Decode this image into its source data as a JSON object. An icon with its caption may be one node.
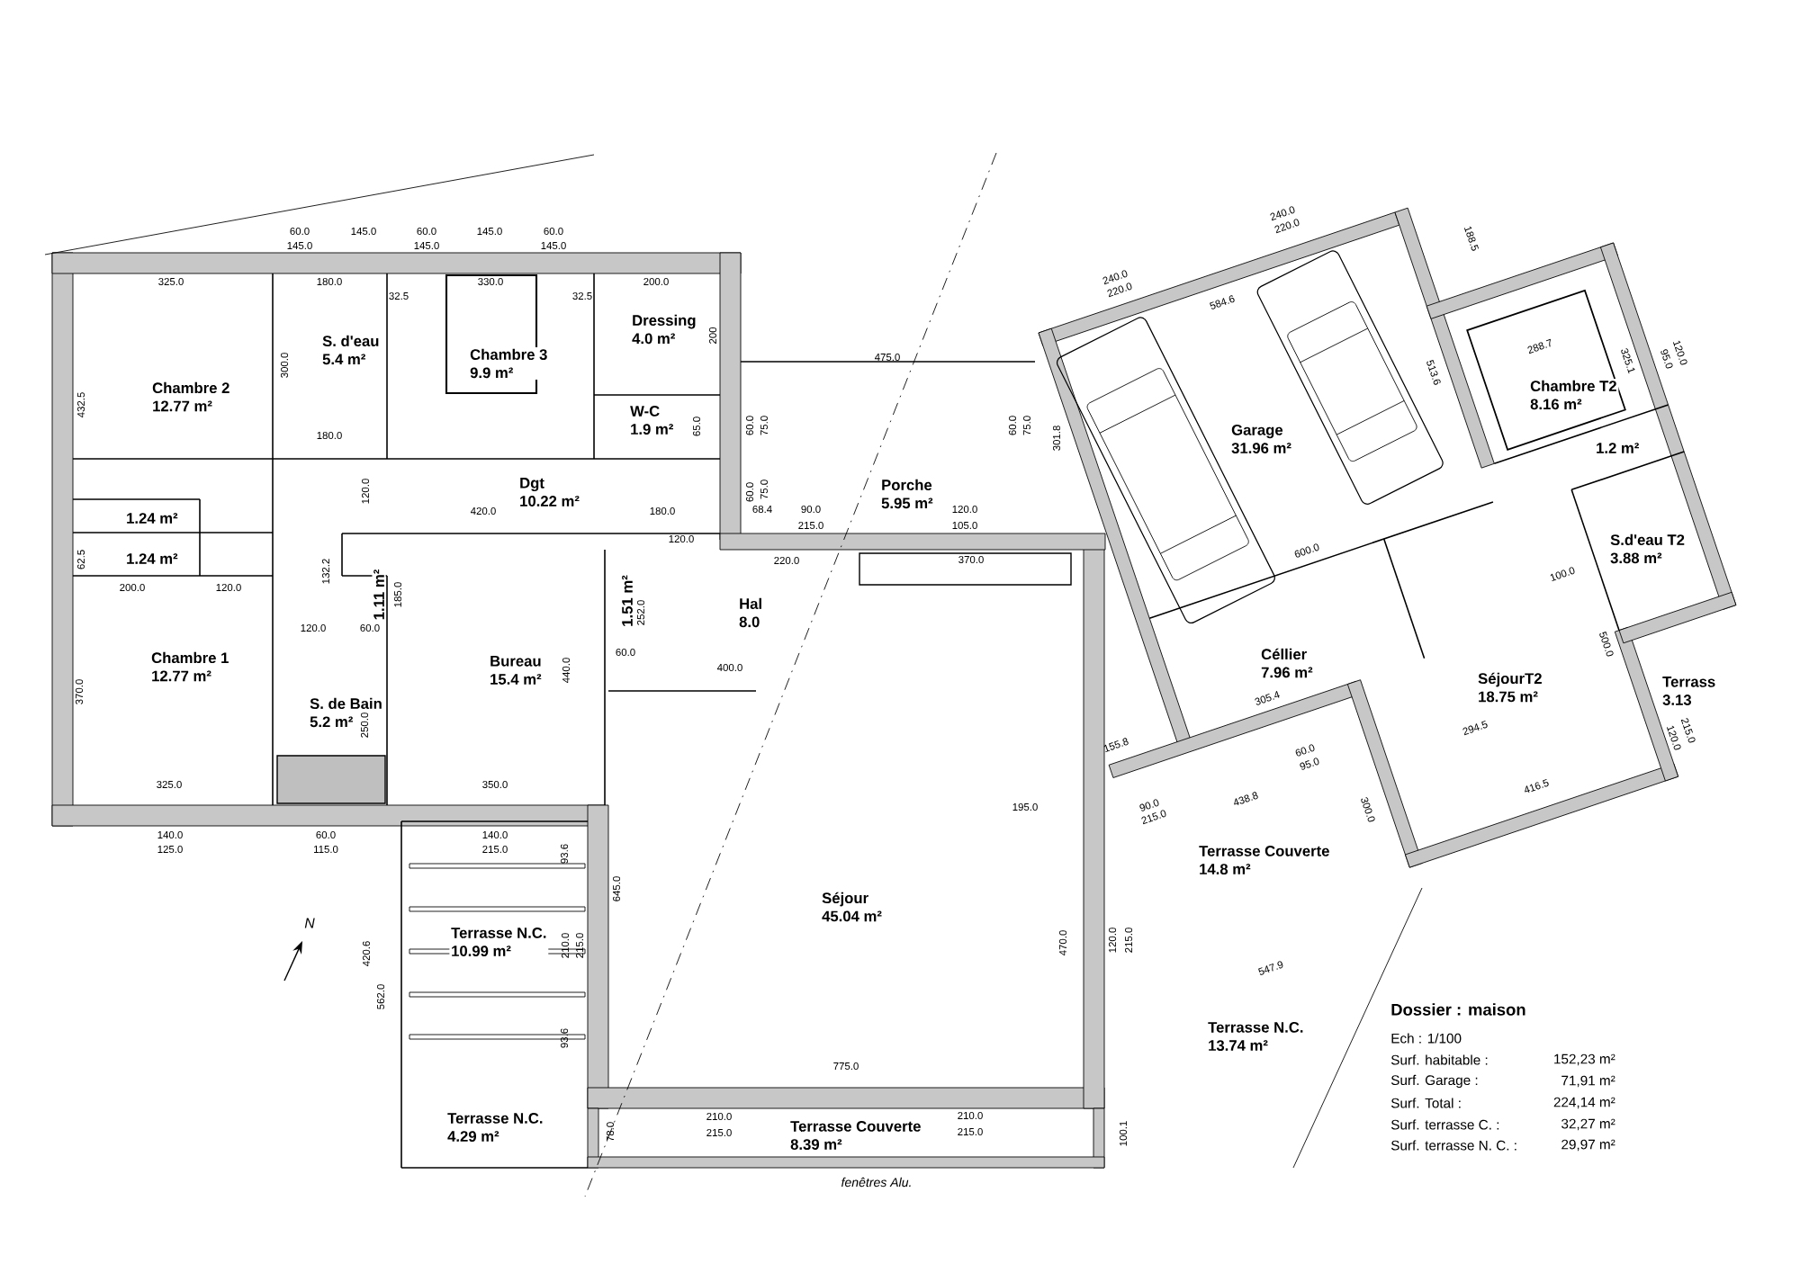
{
  "diagram": {
    "nodes": [
      {
        "text": [
          "Chambre 2",
          "12.77 m²"
        ]
      },
      {
        "text": [
          "S. d'eau",
          "5.4 m²"
        ]
      },
      {
        "text": [
          "Chambre 3",
          "9.9 m²"
        ]
      },
      {
        "text": [
          "Dressing",
          "4.0 m²"
        ]
      },
      {
        "text": [
          "W-C",
          "1.9 m²"
        ]
      },
      {
        "text": [
          "Dgt",
          "10.22 m²"
        ]
      },
      {
        "text": [
          "1.24 m²"
        ]
      },
      {
        "text": [
          "1.24 m²"
        ]
      },
      {
        "text": [
          "Porche",
          "5.95 m²"
        ]
      },
      {
        "text": [
          "Garage",
          "31.96 m²"
        ]
      },
      {
        "text": [
          "Chambre T2",
          "8.16 m²"
        ]
      },
      {
        "text": [
          "1.2 m²"
        ]
      },
      {
        "text": [
          "S.d'eau T2",
          "3.88 m²"
        ]
      },
      {
        "text": [
          "Chambre 1",
          "12.77 m²"
        ]
      },
      {
        "text": [
          "1.11 m²"
        ]
      },
      {
        "text": [
          "1.51 m²"
        ]
      },
      {
        "text": [
          "Hal",
          "8.0"
        ]
      },
      {
        "text": [
          "Bureau",
          "15.4 m²"
        ]
      },
      {
        "text": [
          "Céllier",
          "7.96 m²"
        ]
      },
      {
        "text": [
          "SéjourT2",
          "18.75 m²"
        ]
      },
      {
        "text": [
          "Terrass",
          "3.13"
        ]
      },
      {
        "text": [
          "S. de Bain",
          "5.2 m²"
        ]
      },
      {
        "text": [
          "Terrasse Couverte",
          "14.8 m²"
        ]
      },
      {
        "text": [
          "Séjour",
          "45.04 m²"
        ]
      },
      {
        "text": [
          "Terrasse N.C.",
          "10.99 m²"
        ]
      },
      {
        "text": [
          "Terrasse N.C.",
          "13.74 m²"
        ]
      },
      {
        "text": [
          "Terrasse N.C.",
          "4.29 m²"
        ]
      },
      {
        "text": [
          "Terrasse Couverte",
          "8.39 m²"
        ]
      }
    ],
    "labels": [
      "60.0",
      "145.0",
      "60.0",
      "145.0",
      "60.0",
      "145.0",
      "145.0",
      "145.0",
      "240.0",
      "220.0",
      "584.6",
      "240.0",
      "220.0",
      "188.5",
      "325.0",
      "180.0",
      "32.5",
      "330.0",
      "32.5",
      "200.0",
      "200",
      "300.0",
      "432.5",
      "180.0",
      "65.0",
      "60.0",
      "75.0",
      "475.0",
      "60.0",
      "75.0",
      "301.8",
      "513.6",
      "288.7",
      "325.1",
      "95.0",
      "120.0",
      "120.0",
      "420.0",
      "180.0",
      "60.0",
      "75.0",
      "68.4",
      "90.0",
      "120.0",
      "215.0",
      "105.0",
      "120.0",
      "62.5",
      "220.0",
      "370.0",
      "600.0",
      "132.2",
      "100.0",
      "200.0",
      "120.0",
      "185.0",
      "252.0",
      "120.0",
      "60.0",
      "500.0",
      "60.0",
      "400.0",
      "440.0",
      "370.0",
      "120.0",
      "215.0",
      "305.4",
      "294.5",
      "250.0",
      "155.8",
      "60.0",
      "95.0",
      "325.0",
      "350.0",
      "438.8",
      "90.0",
      "195.0",
      "300.0",
      "416.5",
      "215.0",
      "140.0",
      "60.0",
      "140.0",
      "125.0",
      "115.0",
      "215.0",
      "93.6",
      "645.0",
      "N",
      "420.6",
      "210.0",
      "215.0",
      "470.0",
      "120.0",
      "215.0",
      "547.9",
      "562.0",
      "93.6",
      "775.0",
      "210.0",
      "210.0",
      "215.0",
      "215.0",
      "78.0",
      "100.1",
      "fenêtres Alu.",
      "Dossier : maison",
      "Ech : 1/100",
      "Surf. habitable :",
      "152,23 m²",
      "Surf. Garage :",
      "71,91 m²",
      "Surf. Total :",
      "224,14 m²",
      "Surf. terrasse C. :",
      "32,27 m²",
      "Surf. terrasse N. C. :",
      "29,97 m²"
    ]
  }
}
